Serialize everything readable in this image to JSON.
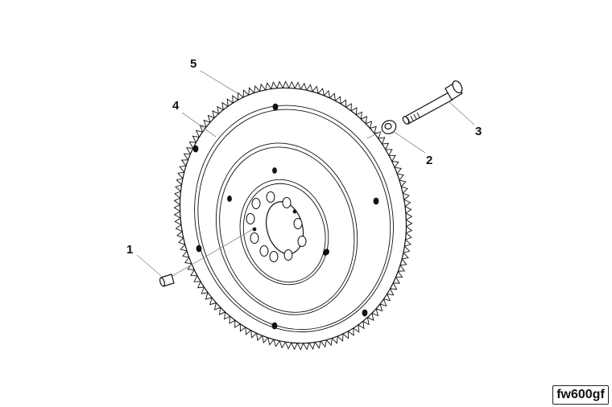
{
  "diagram": {
    "reference_code": "fw600gf",
    "callouts": [
      {
        "id": "1",
        "part": "dowel-pin"
      },
      {
        "id": "2",
        "part": "washer"
      },
      {
        "id": "3",
        "part": "bolt"
      },
      {
        "id": "4",
        "part": "flywheel"
      },
      {
        "id": "5",
        "part": "ring-gear"
      }
    ],
    "ring_gear_teeth": 120
  }
}
